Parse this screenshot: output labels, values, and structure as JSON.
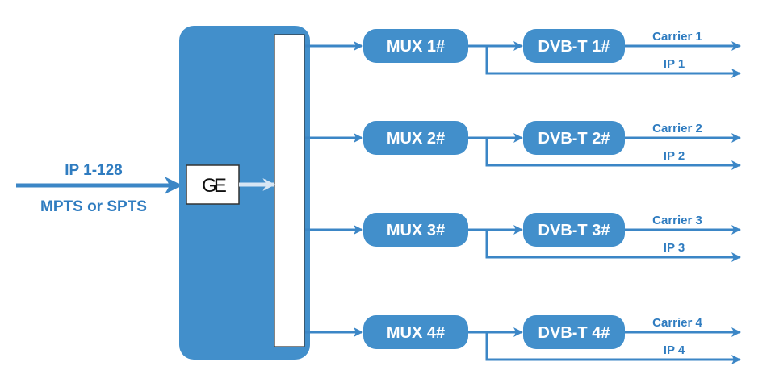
{
  "input": {
    "label_top": "IP 1-128",
    "label_bottom": "MPTS or SPTS"
  },
  "interface": {
    "label": "GE"
  },
  "colors": {
    "primary": "#428fcb",
    "line": "#3b86c6",
    "text": "#2f7cc0",
    "panel": "#ffffff",
    "inner_arrow": "#d7e6f4"
  },
  "channels": [
    {
      "mux": "MUX 1#",
      "modulator": "DVB-T 1#",
      "carrier": "Carrier 1",
      "ip": "IP 1"
    },
    {
      "mux": "MUX 2#",
      "modulator": "DVB-T 2#",
      "carrier": "Carrier 2",
      "ip": "IP 2"
    },
    {
      "mux": "MUX 3#",
      "modulator": "DVB-T 3#",
      "carrier": "Carrier 3",
      "ip": "IP 3"
    },
    {
      "mux": "MUX 4#",
      "modulator": "DVB-T 4#",
      "carrier": "Carrier 4",
      "ip": "IP 4"
    }
  ]
}
